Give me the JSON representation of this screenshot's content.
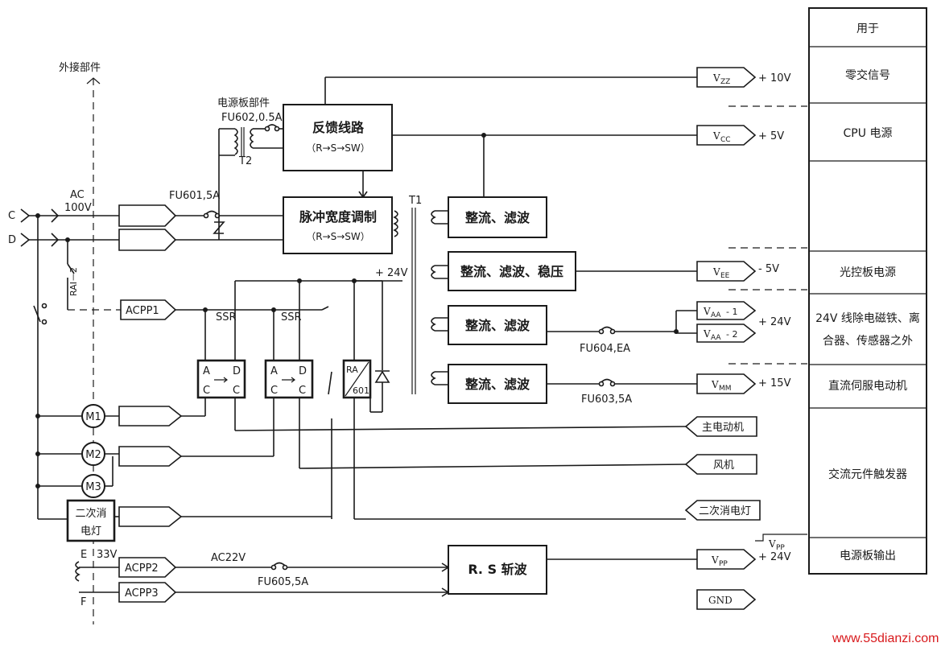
{
  "column": {
    "header": "用于",
    "rows": [
      "零交信号",
      "CPU 电源",
      "光控板电源",
      "24V 线除电磁铁、离",
      "合器、传感器之外",
      "直流伺服电动机",
      "交流元件触发器",
      "电源板输出"
    ]
  },
  "labels": {
    "external": "外接部件",
    "power_board": "电源板部件",
    "fu602": "FU602,0.5A",
    "t2": "T2",
    "t1": "T1",
    "ac": "AC",
    "v100": "100V",
    "fu601": "FU601,5A",
    "c": "C",
    "d": "D",
    "rai2": "RAI－2",
    "acpp1": "ACPP1",
    "ssr1": "SSR",
    "ssr2": "SSR",
    "plus24": "+ 24V",
    "a": "A",
    "dd": "D",
    "cc": "C",
    "dot": "•",
    "ra": "RA",
    "r601": "601",
    "m1": "M1",
    "m2": "M2",
    "m3": "M3",
    "lamp1": "二次消",
    "lamp2": "电灯",
    "e": "E",
    "f": "F",
    "v33": "33V",
    "acpp2": "ACPP2",
    "acpp3": "ACPP3",
    "ac22": "AC22V",
    "fu605": "FU605,5A",
    "fu604": "FU604,EA",
    "fu603": "FU603,5A"
  },
  "blocks": {
    "feedback": "反馈线路",
    "feedback_sub": "（R→S→SW）",
    "pwm": "脉冲宽度调制",
    "pwm_sub": "（R→S→SW）",
    "rect1": "整流、滤波",
    "rect2": "整流、滤波、稳压",
    "rect3": "整流、滤波",
    "rect4": "整流、滤波",
    "chopper": "R. S 斩波"
  },
  "outputs": {
    "vzz": "V",
    "vzz_sub": "ZZ",
    "vzz_val": "+ 10V",
    "vcc": "V",
    "vcc_sub": "CC",
    "vcc_val": "+ 5V",
    "vee": "V",
    "vee_sub": "EE",
    "vee_val": "- 5V",
    "vaa1": "V",
    "vaa1_sub": "AA",
    "vaa1_suf": "- 1",
    "vaa2": "V",
    "vaa2_sub": "AA",
    "vaa2_suf": "- 2",
    "vaa_val": "+ 24V",
    "vmm": "V",
    "vmm_sub": "MM",
    "vmm_val": "+ 15V",
    "main_motor": "主电动机",
    "fan": "风机",
    "lamp": "二次消电灯",
    "vpp": "V",
    "vpp_sub": "PP",
    "vpp_val": "+ 24V",
    "vpp_top": "V",
    "vpp_top_sub": "PP",
    "gnd": "GND"
  },
  "watermark": "www.55dianzi.com"
}
